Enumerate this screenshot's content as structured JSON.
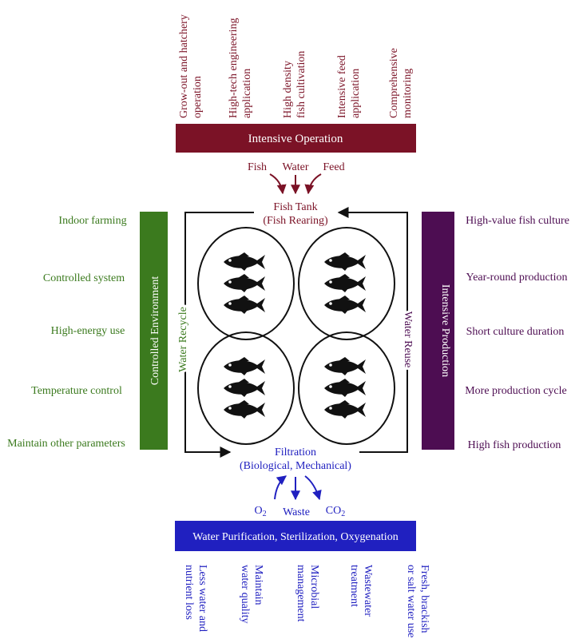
{
  "colors": {
    "maroon": "#7b1226",
    "green": "#3b7a1e",
    "purple": "#4d0d52",
    "blue": "#2020c0",
    "fish": "#111111",
    "line": "#111111"
  },
  "top_items": [
    [
      "Grow-out and hatchery",
      "operation"
    ],
    [
      "High-tech engineering",
      "application"
    ],
    [
      "High density",
      "fish cultivation"
    ],
    [
      "Intensive feed",
      "application"
    ],
    [
      "Comprehensive",
      "monitoring"
    ]
  ],
  "top_bar": "Intensive Operation",
  "inputs": {
    "fish": "Fish",
    "water": "Water",
    "feed": "Feed"
  },
  "tank": {
    "line1": "Fish Tank",
    "line2": "(Fish Rearing)"
  },
  "left_bar": "Controlled Environment",
  "left_items": [
    "Indoor farming",
    "Controlled system",
    "High-energy use",
    "Temperature control",
    "Maintain other parameters"
  ],
  "right_bar": "Intensive Production",
  "right_items": [
    "High-value fish culture",
    "Year-round production",
    "Short culture duration",
    "More production cycle",
    "High fish production"
  ],
  "water_recycle": "Water Recycle",
  "water_reuse": "Water Reuse",
  "filtration": {
    "line1": "Filtration",
    "line2": "(Biological, Mechanical)"
  },
  "outputs": {
    "o2": "O",
    "o2_sub": "2",
    "waste": "Waste",
    "co2": "CO",
    "co2_sub": "2"
  },
  "bottom_bar": "Water Purification, Sterilization, Oxygenation",
  "bottom_items": [
    [
      "Less water and",
      "nutrient loss"
    ],
    [
      "Maintain",
      "water quality"
    ],
    [
      "Microbial",
      "management"
    ],
    [
      "Wastewater",
      "treatment"
    ],
    [
      "Fresh, brackish",
      "or salt water use"
    ]
  ]
}
